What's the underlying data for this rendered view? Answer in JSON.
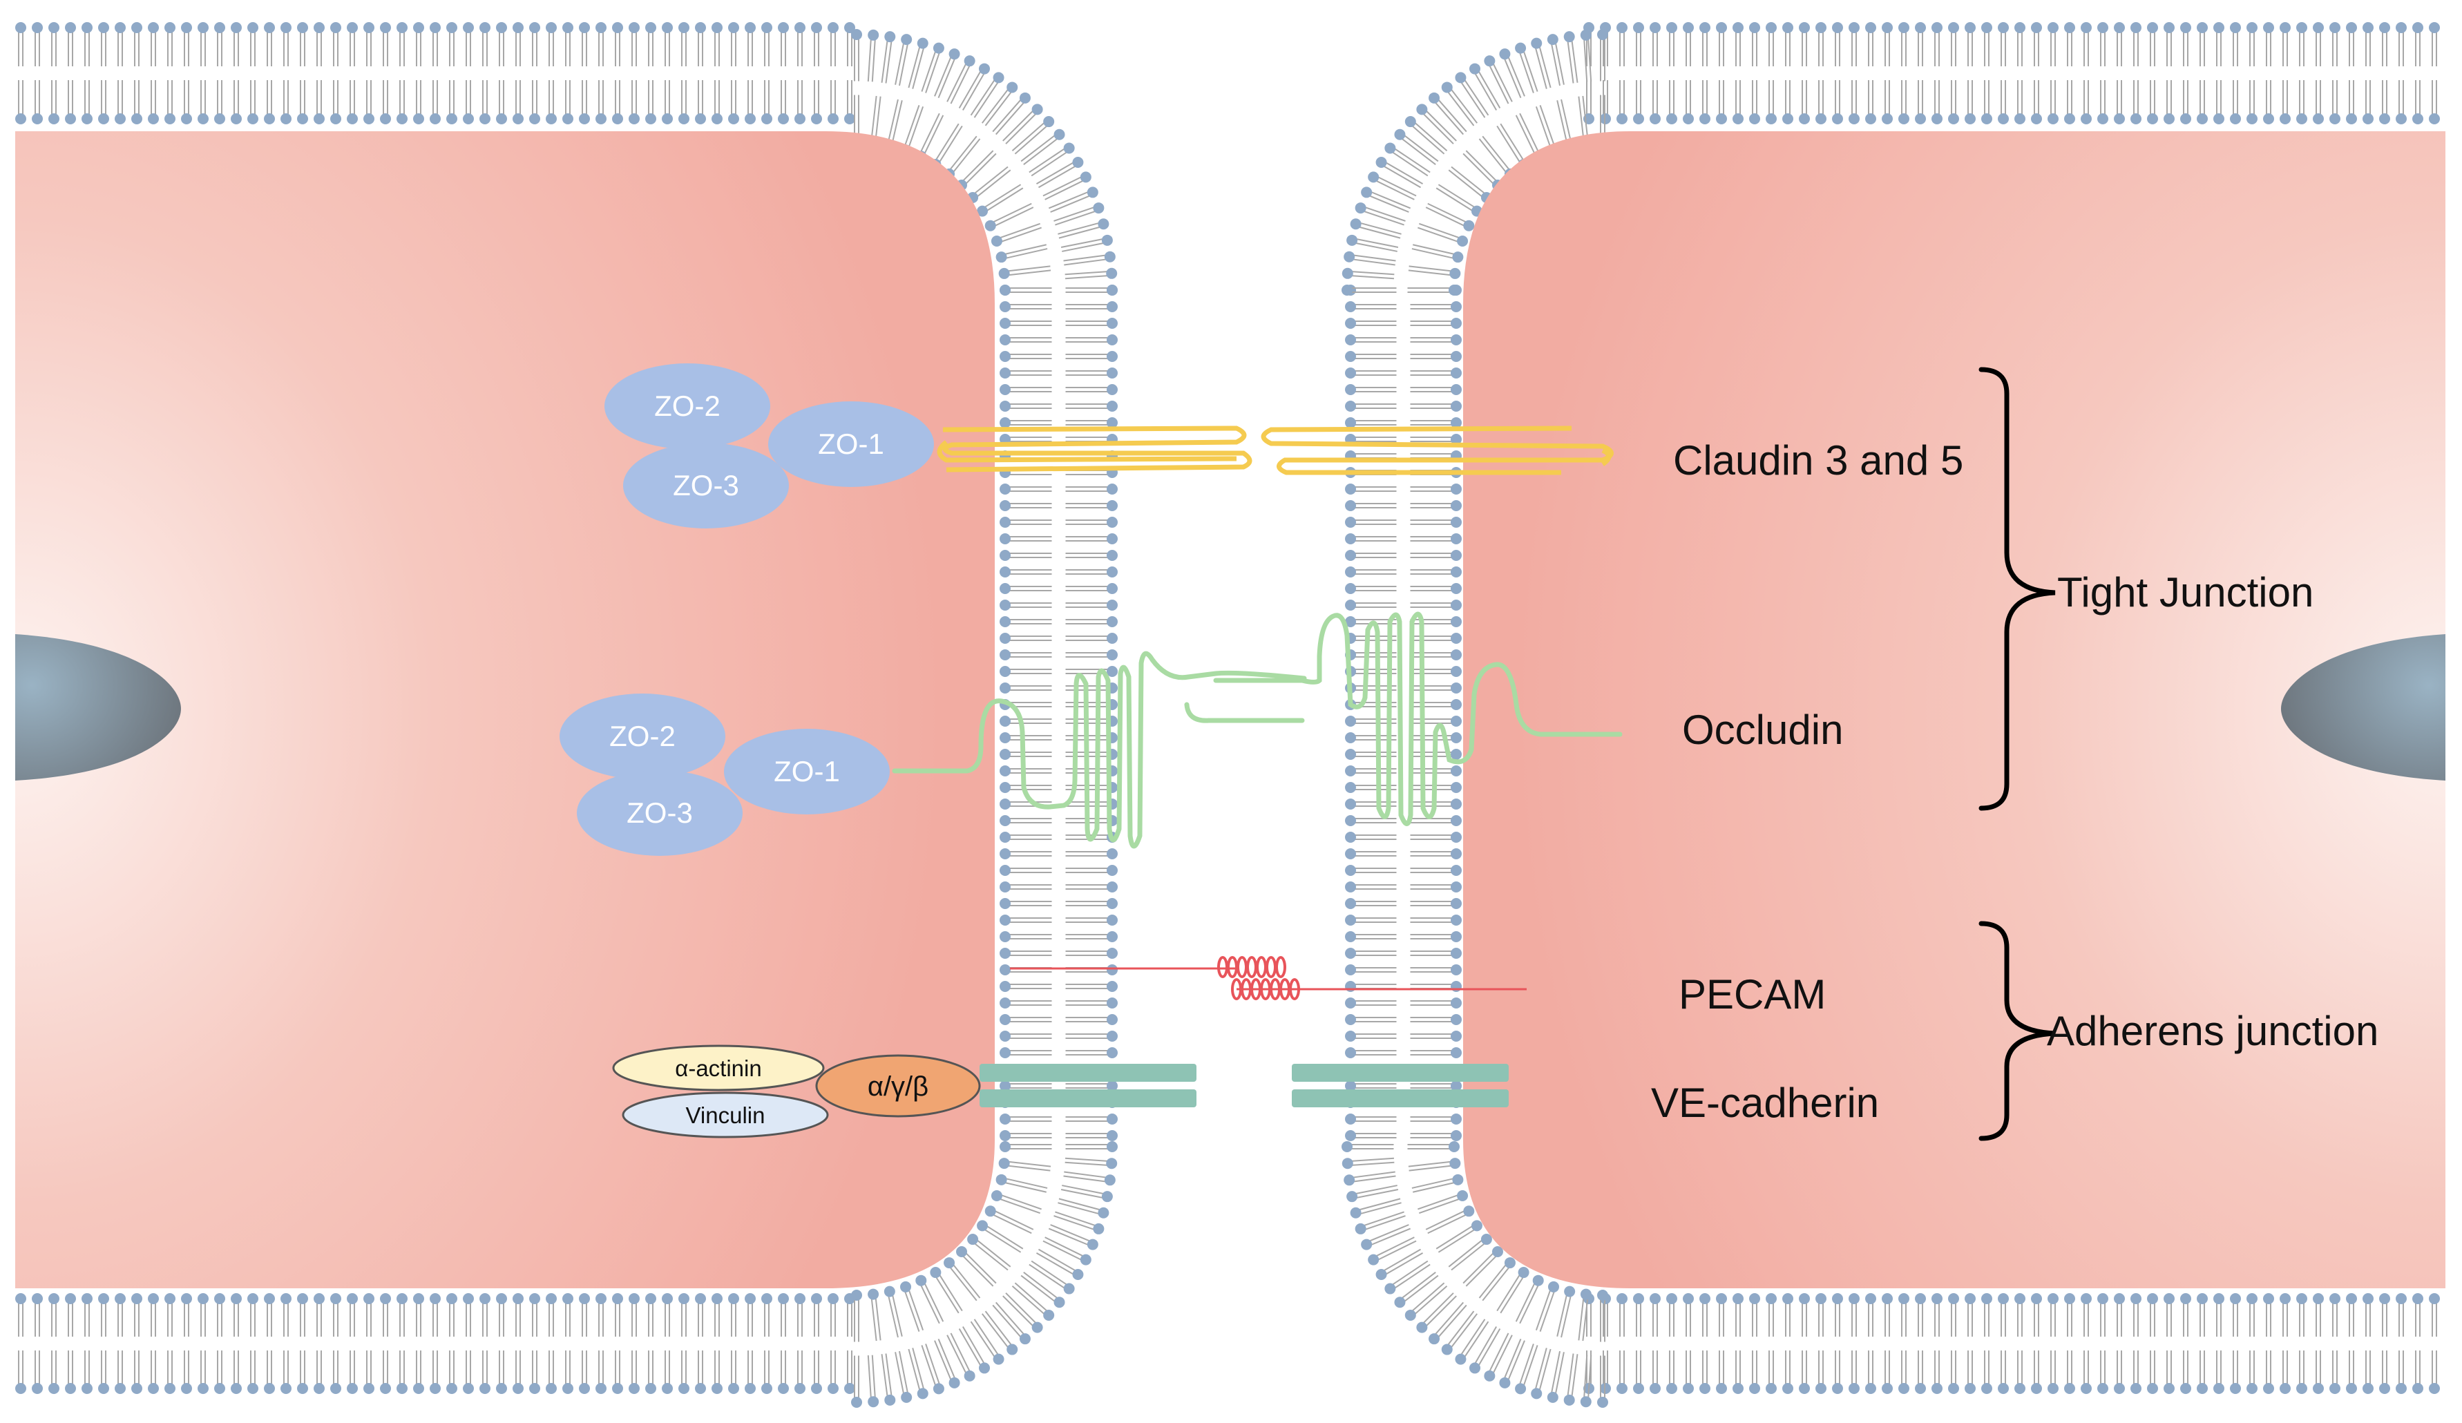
{
  "colors": {
    "cell": "#f2aca2",
    "cell_glow": "#fdf1ee",
    "lipid_head": "#8fa9c7",
    "lipid_tail": "#a7a7a7",
    "zo_protein": "#a8bfe6",
    "claudin": "#f5cb50",
    "occludin": "#a9dba3",
    "pecam": "#e8545a",
    "ve_cadherin": "#8ec3b4",
    "alpha_actinin": "#fdf2c8",
    "vinculin": "#dde8f6",
    "catenin": "#f0a572",
    "nucleus": "#7f8a93",
    "text": "#111111"
  },
  "proteins": {
    "zo_upper": {
      "zo2": "ZO-2",
      "zo1": "ZO-1",
      "zo3": "ZO-3"
    },
    "zo_lower": {
      "zo2": "ZO-2",
      "zo1": "ZO-1",
      "zo3": "ZO-3"
    },
    "alpha_actinin": "α-actinin",
    "vinculin": "Vinculin",
    "catenin": "α/γ/β"
  },
  "labels": {
    "claudin": "Claudin 3 and 5",
    "occludin": "Occludin",
    "pecam": "PECAM",
    "ve_cadherin": "VE-cadherin"
  },
  "groups": {
    "tight_junction": "Tight Junction",
    "adherens_junction": "Adherens junction"
  }
}
